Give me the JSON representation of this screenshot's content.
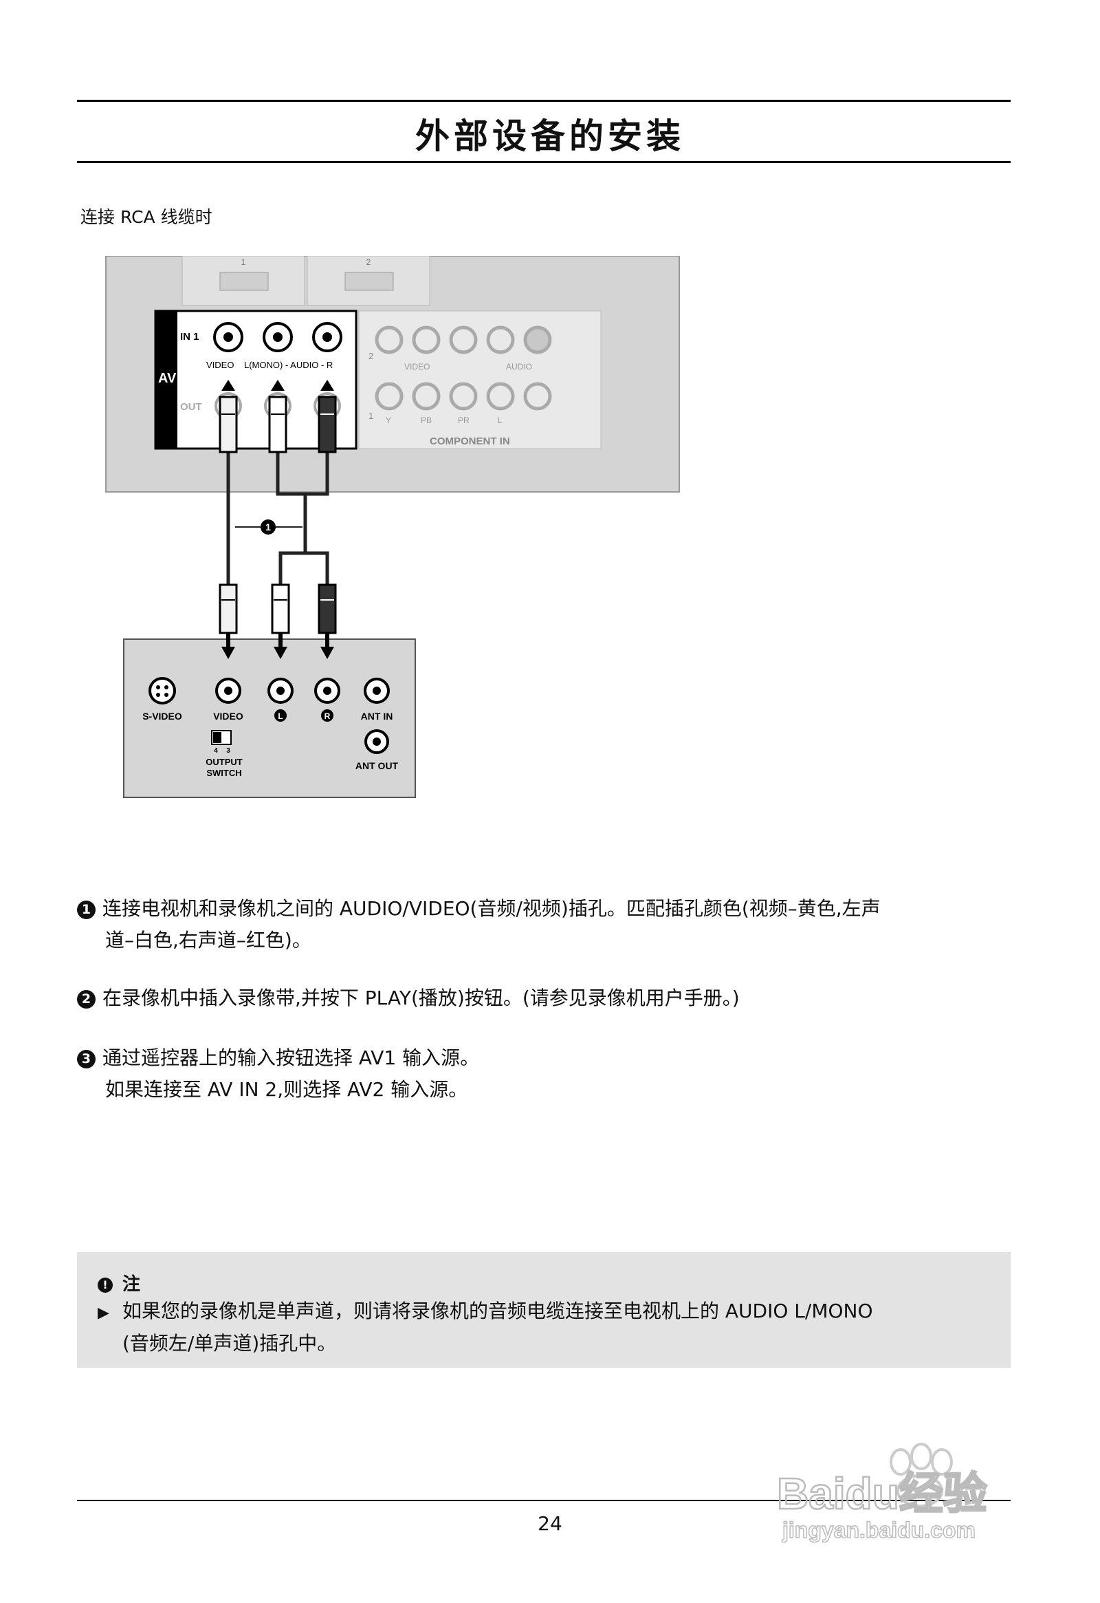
{
  "page": {
    "title": "外部设备的安装",
    "subtitle": "连接 RCA 线缆时",
    "page_number": "24"
  },
  "diagram": {
    "hdmi_labels": [
      "1",
      "2"
    ],
    "av_label": "AV",
    "in1_label": "IN 1",
    "out_label": "OUT",
    "video_label": "VIDEO",
    "audio_label": "L(MONO) - AUDIO - R",
    "component_row2": "2",
    "component_row1": "1",
    "component_video": "VIDEO",
    "component_audio": "AUDIO",
    "component_y": "Y",
    "component_pb": "PB",
    "component_pr": "PR",
    "component_l": "L",
    "component_title": "COMPONENT IN",
    "callout": "1",
    "vcr_svideo": "S-VIDEO",
    "vcr_video": "VIDEO",
    "vcr_l": "L",
    "vcr_r": "R",
    "vcr_ant_in": "ANT IN",
    "vcr_ant_out": "ANT OUT",
    "vcr_switch_4": "4",
    "vcr_switch_3": "3",
    "vcr_output": "OUTPUT",
    "vcr_switch": "SWITCH"
  },
  "steps": [
    {
      "num": "1",
      "line1": "连接电视机和录像机之间的 AUDIO/VIDEO(音频/视频)插孔。匹配插孔颜色(视频–黄色,左声",
      "line2": "道–白色,右声道–红色)。"
    },
    {
      "num": "2",
      "line1": "在录像机中插入录像带,并按下 PLAY(播放)按钮。(请参见录像机用户手册。)"
    },
    {
      "num": "3",
      "line1": "通过遥控器上的输入按钮选择 AV1 输入源。",
      "line2": "如果连接至 AV IN 2,则选择 AV2 输入源。"
    }
  ],
  "note": {
    "heading": "注",
    "line1": "如果您的录像机是单声道，则请将录像机的音频电缆连接至电视机上的 AUDIO L/MONO",
    "line2": "(音频左/单声道)插孔中。"
  },
  "watermark": {
    "brand": "Baidu经验",
    "url": "jingyan.baidu.com"
  }
}
